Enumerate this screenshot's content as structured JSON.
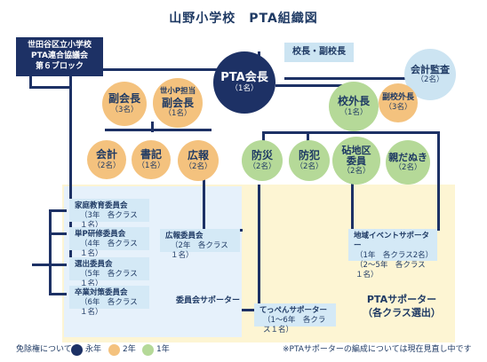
{
  "title": "山野小学校　PTA組織図",
  "council": {
    "line1": "世田谷区立小学校",
    "line2": "PTA連合協議会",
    "line3": "第６ブロック"
  },
  "principal_box": "校長・副校長",
  "auditor": {
    "name": "会計監査",
    "count": "（2名）"
  },
  "president": {
    "name": "PTA会長",
    "count": "（1名）"
  },
  "vp": {
    "name": "副会長",
    "count": "（3名）"
  },
  "vp_setagaya": {
    "tag": "世小P担当",
    "name": "副会長",
    "count": "（1名）"
  },
  "outside_head": {
    "name": "校外長",
    "count": "（1名）"
  },
  "outside_vice": {
    "name": "副校外長",
    "count": "（3名）"
  },
  "accounting": {
    "name": "会計",
    "count": "（2名）"
  },
  "secretary": {
    "name": "書記",
    "count": "（1名）"
  },
  "pr": {
    "name": "広報",
    "count": "（2名）"
  },
  "disaster": {
    "name": "防災",
    "count": "（2名）"
  },
  "crime": {
    "name": "防犯",
    "count": "（2名）"
  },
  "district": {
    "name1": "砧地区",
    "name2": "委員",
    "count": "（2名）"
  },
  "oyadanuki": {
    "name": "親だぬき",
    "count": "（2名）"
  },
  "committees": [
    {
      "title": "家庭教育委員会",
      "detail": "（3年　各クラス１名）"
    },
    {
      "title": "単P研修委員会",
      "detail": "（4年　各クラス１名）"
    },
    {
      "title": "選出委員会",
      "detail": "（5年　各クラス１名）"
    },
    {
      "title": "卒業対策委員会",
      "detail": "（6年　各クラス１名）"
    }
  ],
  "pr_committee": {
    "title": "広報委員会",
    "detail": "（2年　各クラス１名）"
  },
  "committee_supporter": "委員会サポーター",
  "local_event": {
    "title": "地域イベントサポーター",
    "detail1": "（1年　各クラス2名）",
    "detail2": "（2～5年　各クラス１名）"
  },
  "teppen": {
    "title": "てっぺんサポーター",
    "detail": "（1～6年　各クラス１名）"
  },
  "pta_supporter": {
    "line1": "PTAサポーター",
    "line2": "（各クラス選出）"
  },
  "legend": {
    "label": "免除権について",
    "items": [
      "永年",
      "2年",
      "1年"
    ]
  },
  "note": "※PTAサポーターの編成については現在見直し中です",
  "colors": {
    "navy": "#1d3165",
    "orange": "#f4c27e",
    "green": "#b5d998",
    "light_blue": "#cce4f2",
    "yellow_zone": "#fdf5d3",
    "blue_zone": "#e6f1fb"
  }
}
